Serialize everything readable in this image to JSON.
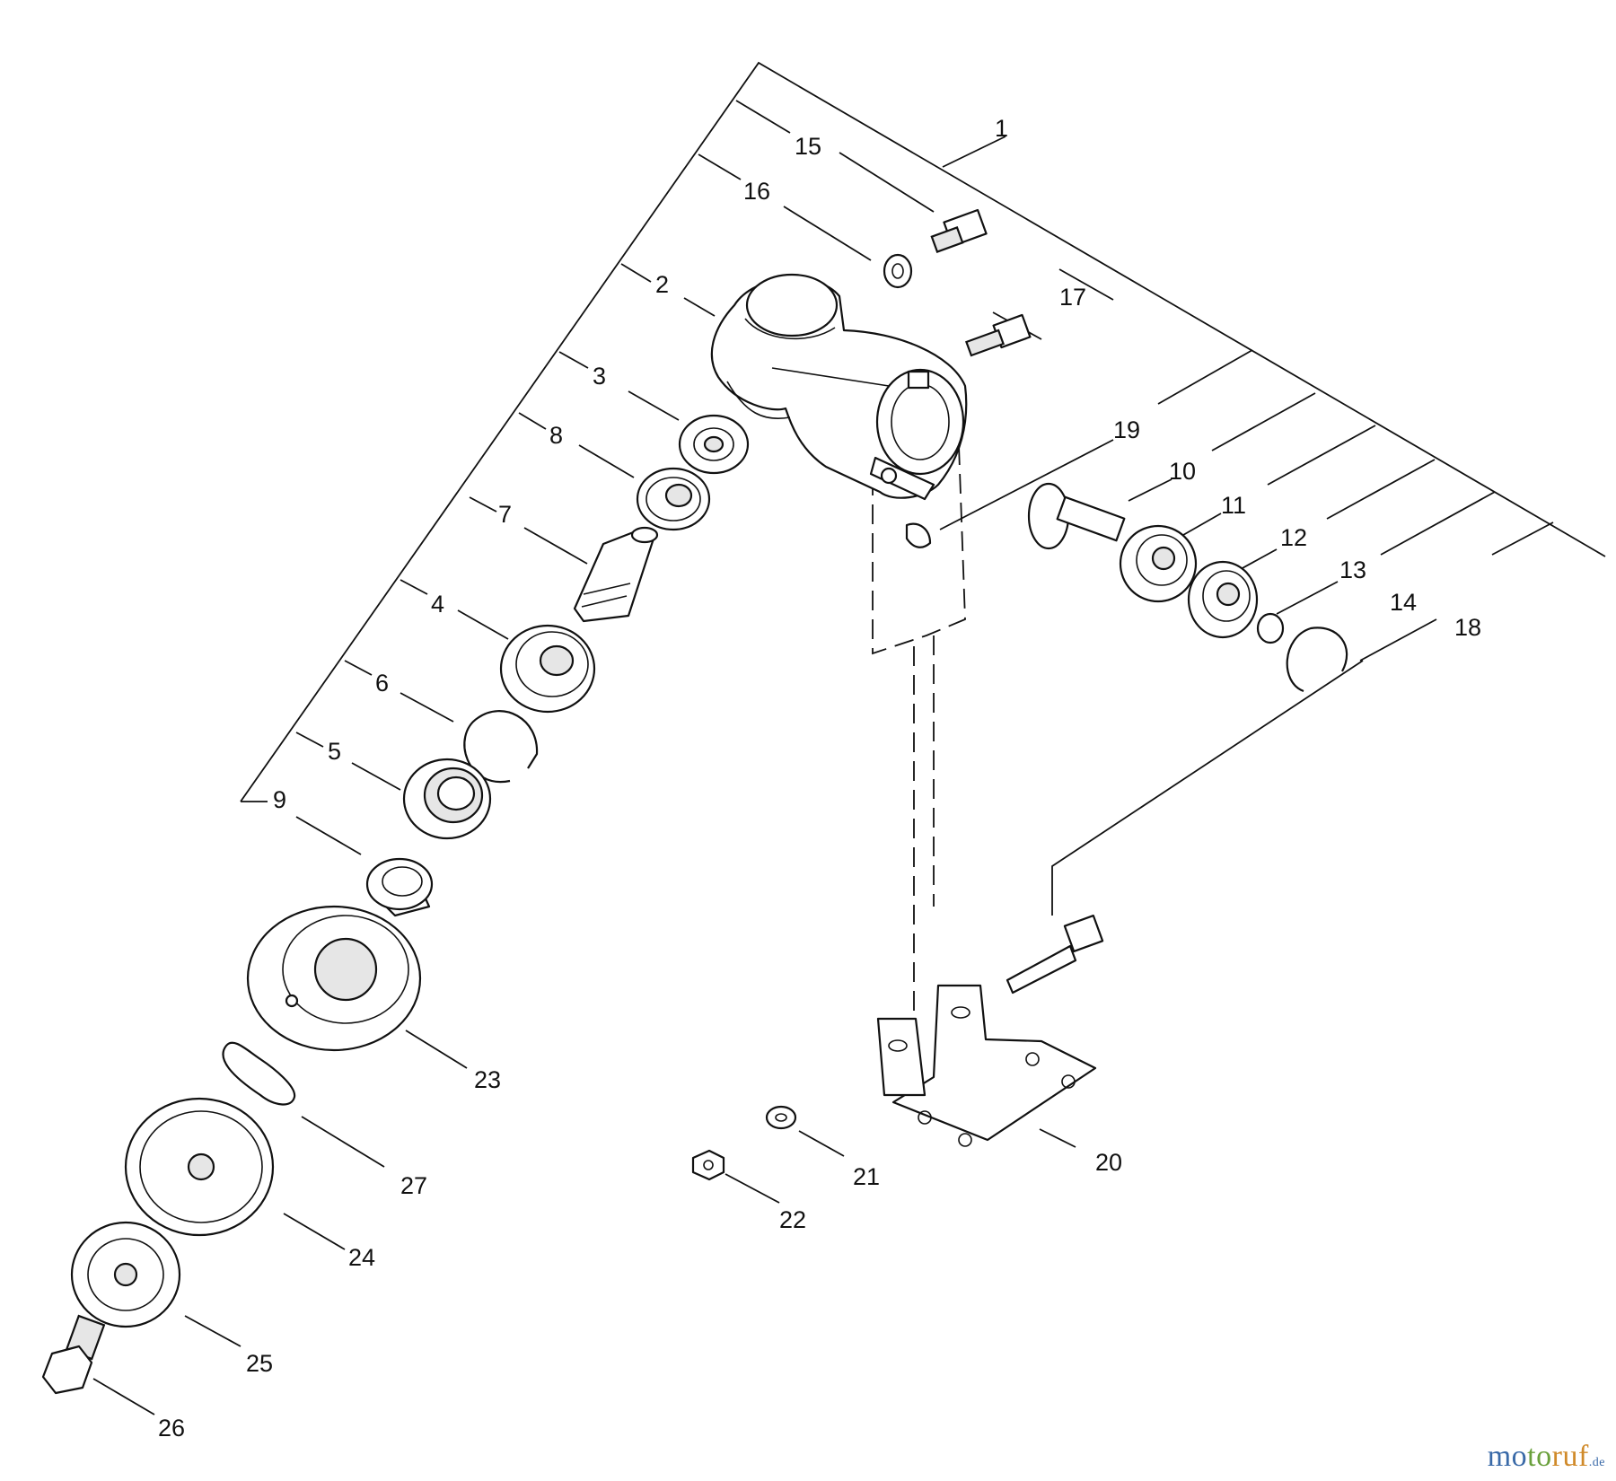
{
  "diagram": {
    "callouts": [
      "1",
      "2",
      "3",
      "4",
      "5",
      "6",
      "7",
      "8",
      "9",
      "10",
      "11",
      "12",
      "13",
      "14",
      "15",
      "16",
      "17",
      "18",
      "19",
      "20",
      "21",
      "22",
      "23",
      "24",
      "25",
      "26",
      "27"
    ]
  },
  "watermark": {
    "part1": "mo",
    "part2": "to",
    "part3": "ruf",
    "suffix": ".de"
  }
}
